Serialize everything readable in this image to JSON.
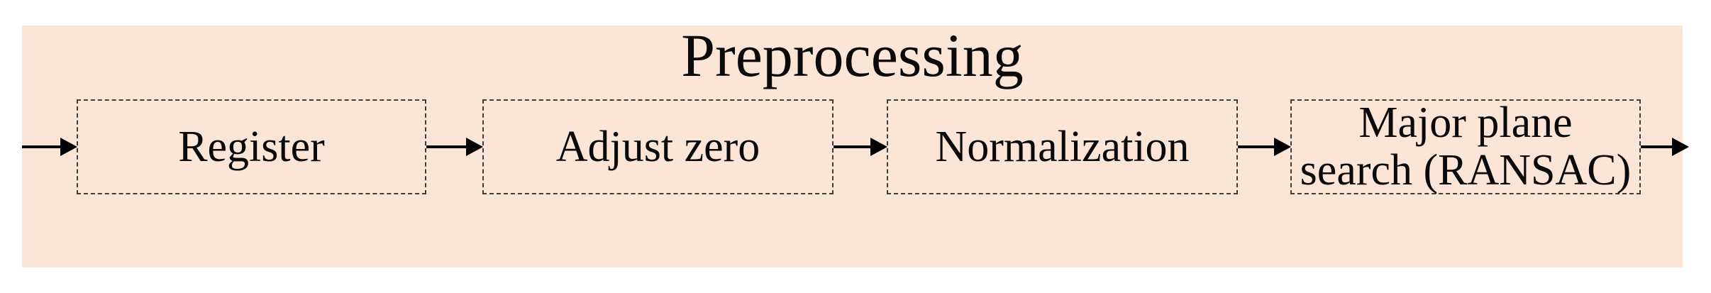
{
  "diagram": {
    "title": "Preprocessing",
    "type": "flowchart",
    "flow_direction": "left-to-right"
  },
  "steps": [
    {
      "label": "Register",
      "lines": [
        "Register"
      ]
    },
    {
      "label": "Adjust zero",
      "lines": [
        "Adjust zero"
      ]
    },
    {
      "label": "Normalization",
      "lines": [
        "Normalization"
      ]
    },
    {
      "label": "Major plane search (RANSAC)",
      "lines": [
        "Major plane",
        "search (RANSAC)"
      ]
    }
  ],
  "arrows": [
    {
      "name": "flow-in-arrow"
    },
    {
      "name": "arrow-register-to-adjust-zero"
    },
    {
      "name": "arrow-adjust-zero-to-normalization"
    },
    {
      "name": "arrow-normalization-to-major-plane-search"
    },
    {
      "name": "flow-out-arrow"
    }
  ],
  "colors": {
    "panel_fill": "#fbe5d6",
    "box_border": "#3d3d3d",
    "text": "#0a0a0a",
    "arrow": "#000000",
    "page_bg": "#ffffff"
  }
}
